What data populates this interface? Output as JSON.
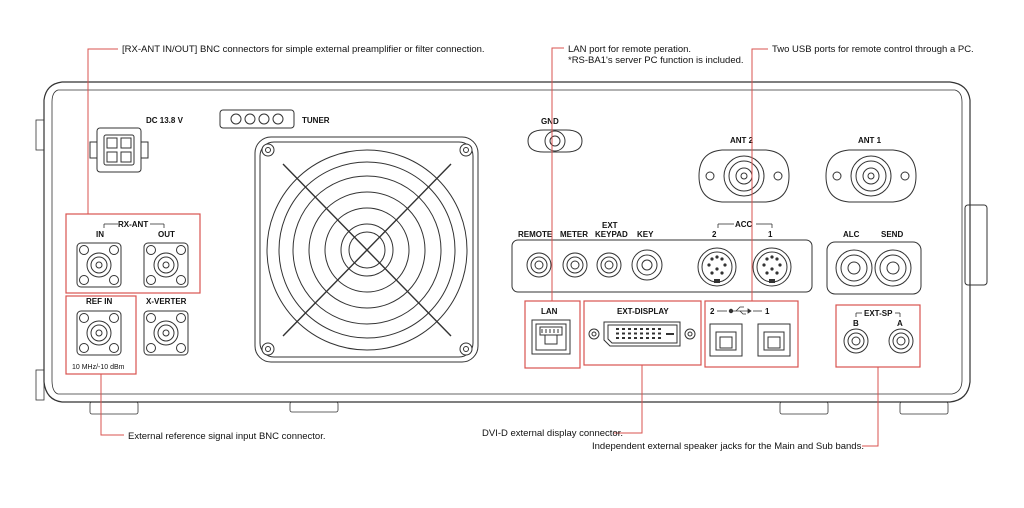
{
  "callouts": {
    "rxant": "[RX-ANT IN/OUT] BNC connectors for simple external preamplifier or filter connection.",
    "lan_line1": "LAN port for remote peration.",
    "lan_line2": "*RS-BA1's server PC function is included.",
    "usb": "Two USB ports for remote control through a PC.",
    "refin": "External reference signal input BNC connector.",
    "dvi": "DVI-D external display connector.",
    "speaker": "Independent external speaker jacks for the Main and Sub bands."
  },
  "panel": {
    "dc": "DC 13.8 V",
    "tuner": "TUNER",
    "gnd": "GND",
    "ant2": "ANT 2",
    "ant1": "ANT 1",
    "rxant": "RX-ANT",
    "in": "IN",
    "out": "OUT",
    "refin": "REF IN",
    "xverter": "X-VERTER",
    "refspec": "10 MHz/-10 dBm",
    "remote": "REMOTE",
    "meter": "METER",
    "ext": "EXT",
    "keypad": "KEYPAD",
    "key": "KEY",
    "acc": "ACC",
    "acc2": "2",
    "acc1": "1",
    "alc": "ALC",
    "send": "SEND",
    "lan": "LAN",
    "extdisplay": "EXT-DISPLAY",
    "usb2": "2",
    "usb1": "1",
    "extsp": "EXT-SP",
    "spb": "B",
    "spa": "A"
  },
  "colors": {
    "highlight": "#d9534f",
    "line": "#333333",
    "fill": "#ffffff"
  }
}
